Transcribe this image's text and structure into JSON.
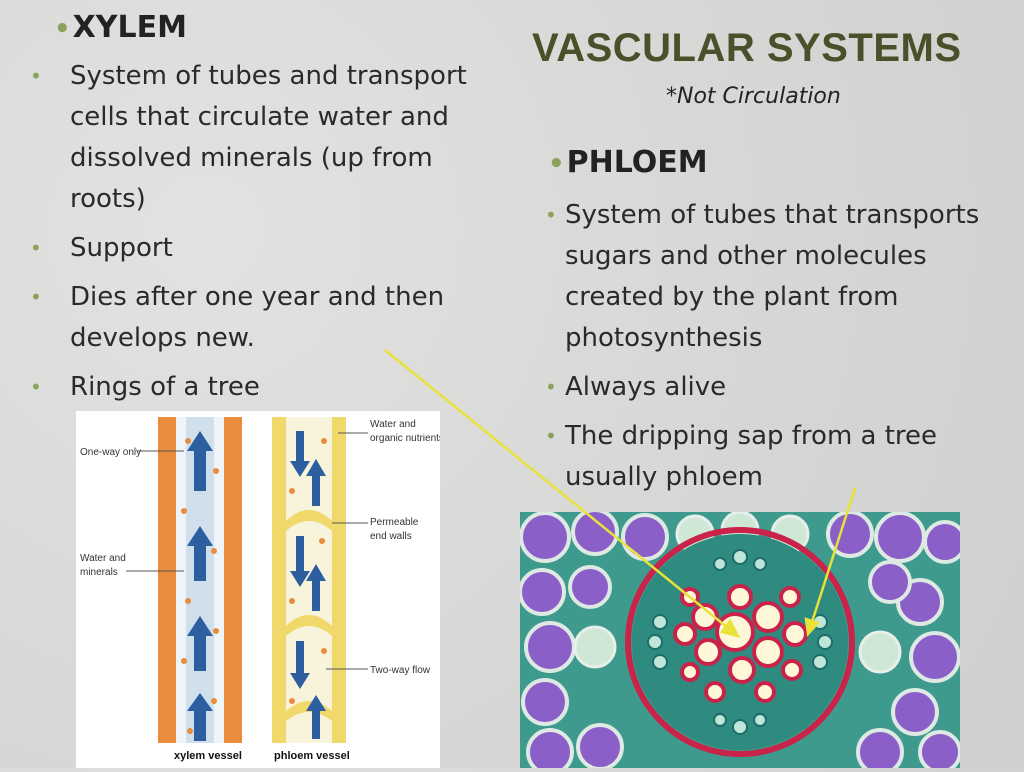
{
  "title": "VASCULAR SYSTEMS",
  "subtitle": "*Not Circulation",
  "xylem": {
    "heading": "XYLEM",
    "bullets": [
      "System of tubes and transport cells that circulate water and dissolved minerals (up from roots)",
      "Support",
      "Dies after one year and then develops new.",
      "Rings of a tree"
    ]
  },
  "phloem": {
    "heading": "PHLOEM",
    "bullets": [
      "System of tubes that transports sugars and other molecules created by the plant from photosynthesis",
      "Always alive",
      "The dripping sap from a tree usually phloem"
    ]
  },
  "diagram": {
    "label_one_way": "One-way only",
    "label_water_minerals_1": "Water and",
    "label_water_minerals_2": "minerals",
    "label_water_organic_1": "Water and",
    "label_water_organic_2": "organic nutrients",
    "label_permeable_1": "Permeable",
    "label_permeable_2": "end walls",
    "label_two_way": "Two-way flow",
    "caption_xylem": "xylem vessel",
    "caption_phloem": "phloem vessel"
  },
  "colors": {
    "title": "#4b4f2a",
    "bullet": "#8aa25a",
    "arrow": "#e8e23a",
    "xylem_wall": "#e98c3c",
    "phloem_wall": "#f0d96a"
  }
}
